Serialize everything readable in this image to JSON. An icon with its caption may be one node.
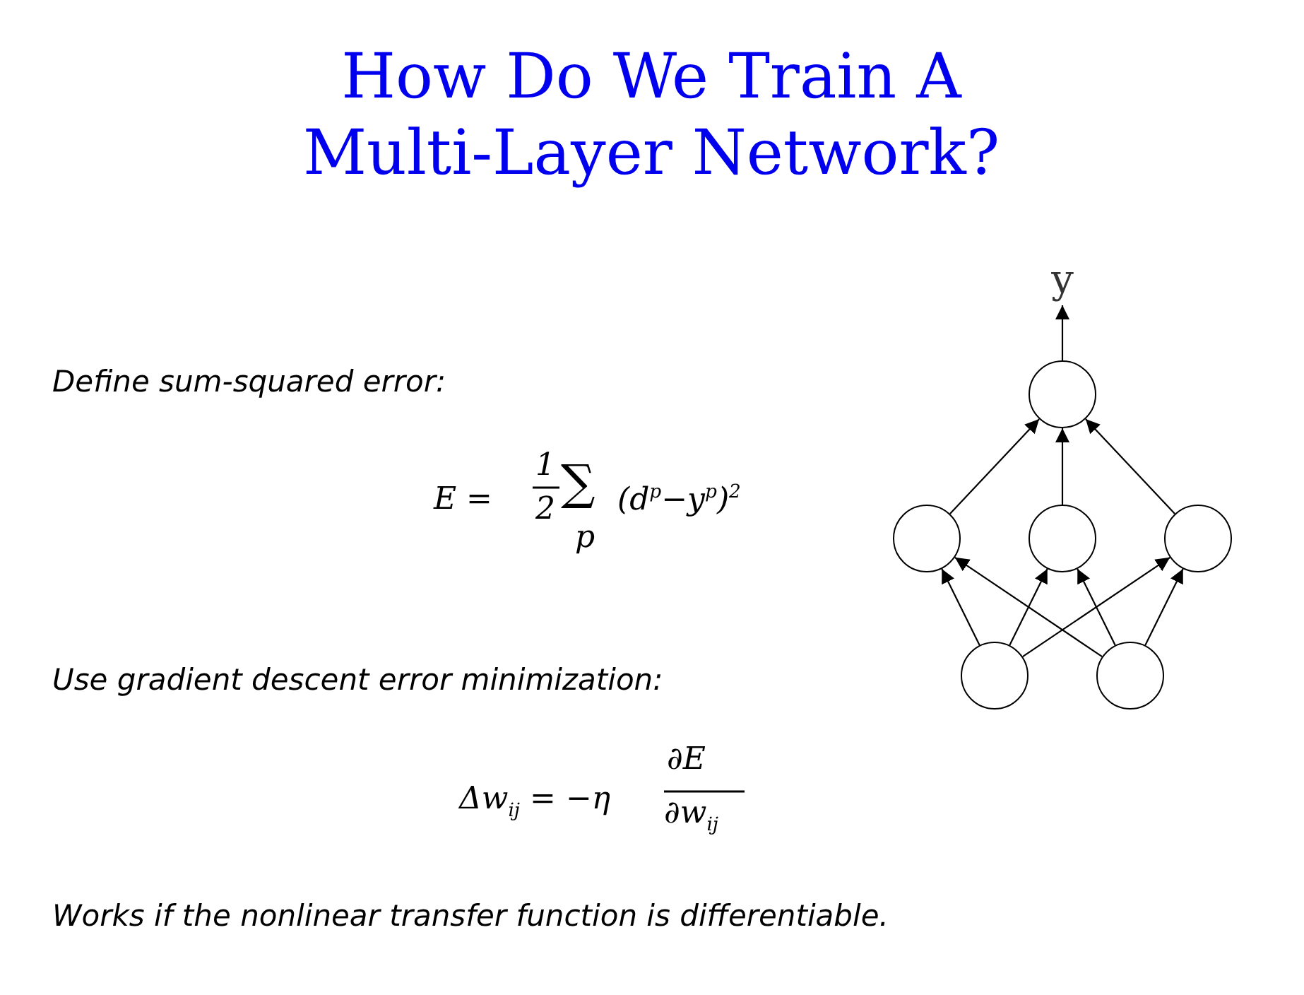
{
  "diagram": {
    "title": "How Do We Train A Multi-Layer Network?",
    "nodes": [
      {
        "text": [
          "y"
        ]
      },
      {
        "text": [],
        "shape": "circle"
      },
      {
        "text": [],
        "shape": "circle"
      },
      {
        "text": [],
        "shape": "circle"
      },
      {
        "text": [],
        "shape": "circle"
      },
      {
        "text": [],
        "shape": "circle"
      },
      {
        "text": [],
        "shape": "circle"
      }
    ],
    "edges": [
      {
        "from": 1,
        "to": 0,
        "arrow": "to"
      },
      {
        "from": 2,
        "to": 1,
        "arrow": "to"
      },
      {
        "from": 3,
        "to": 1,
        "arrow": "to"
      },
      {
        "from": 4,
        "to": 1,
        "arrow": "to"
      },
      {
        "from": 5,
        "to": 2,
        "arrow": "to"
      },
      {
        "from": 5,
        "to": 3,
        "arrow": "to"
      },
      {
        "from": 5,
        "to": 4,
        "arrow": "to"
      },
      {
        "from": 6,
        "to": 2,
        "arrow": "to"
      },
      {
        "from": 6,
        "to": 3,
        "arrow": "to"
      },
      {
        "from": 6,
        "to": 4,
        "arrow": "to"
      }
    ],
    "labels": [
      "Define sum-squared error:",
      "E  =",
      "1",
      "2",
      "∑",
      "p",
      "(d$^{p}$−y$^{p}$)$^{2}$",
      "Use gradient descent error minimization:",
      "Δw$_{ij}$  =  −η",
      "∂E",
      "∂w$_{ij}$",
      "Works if the nonlinear transfer function is differentiable."
    ]
  }
}
